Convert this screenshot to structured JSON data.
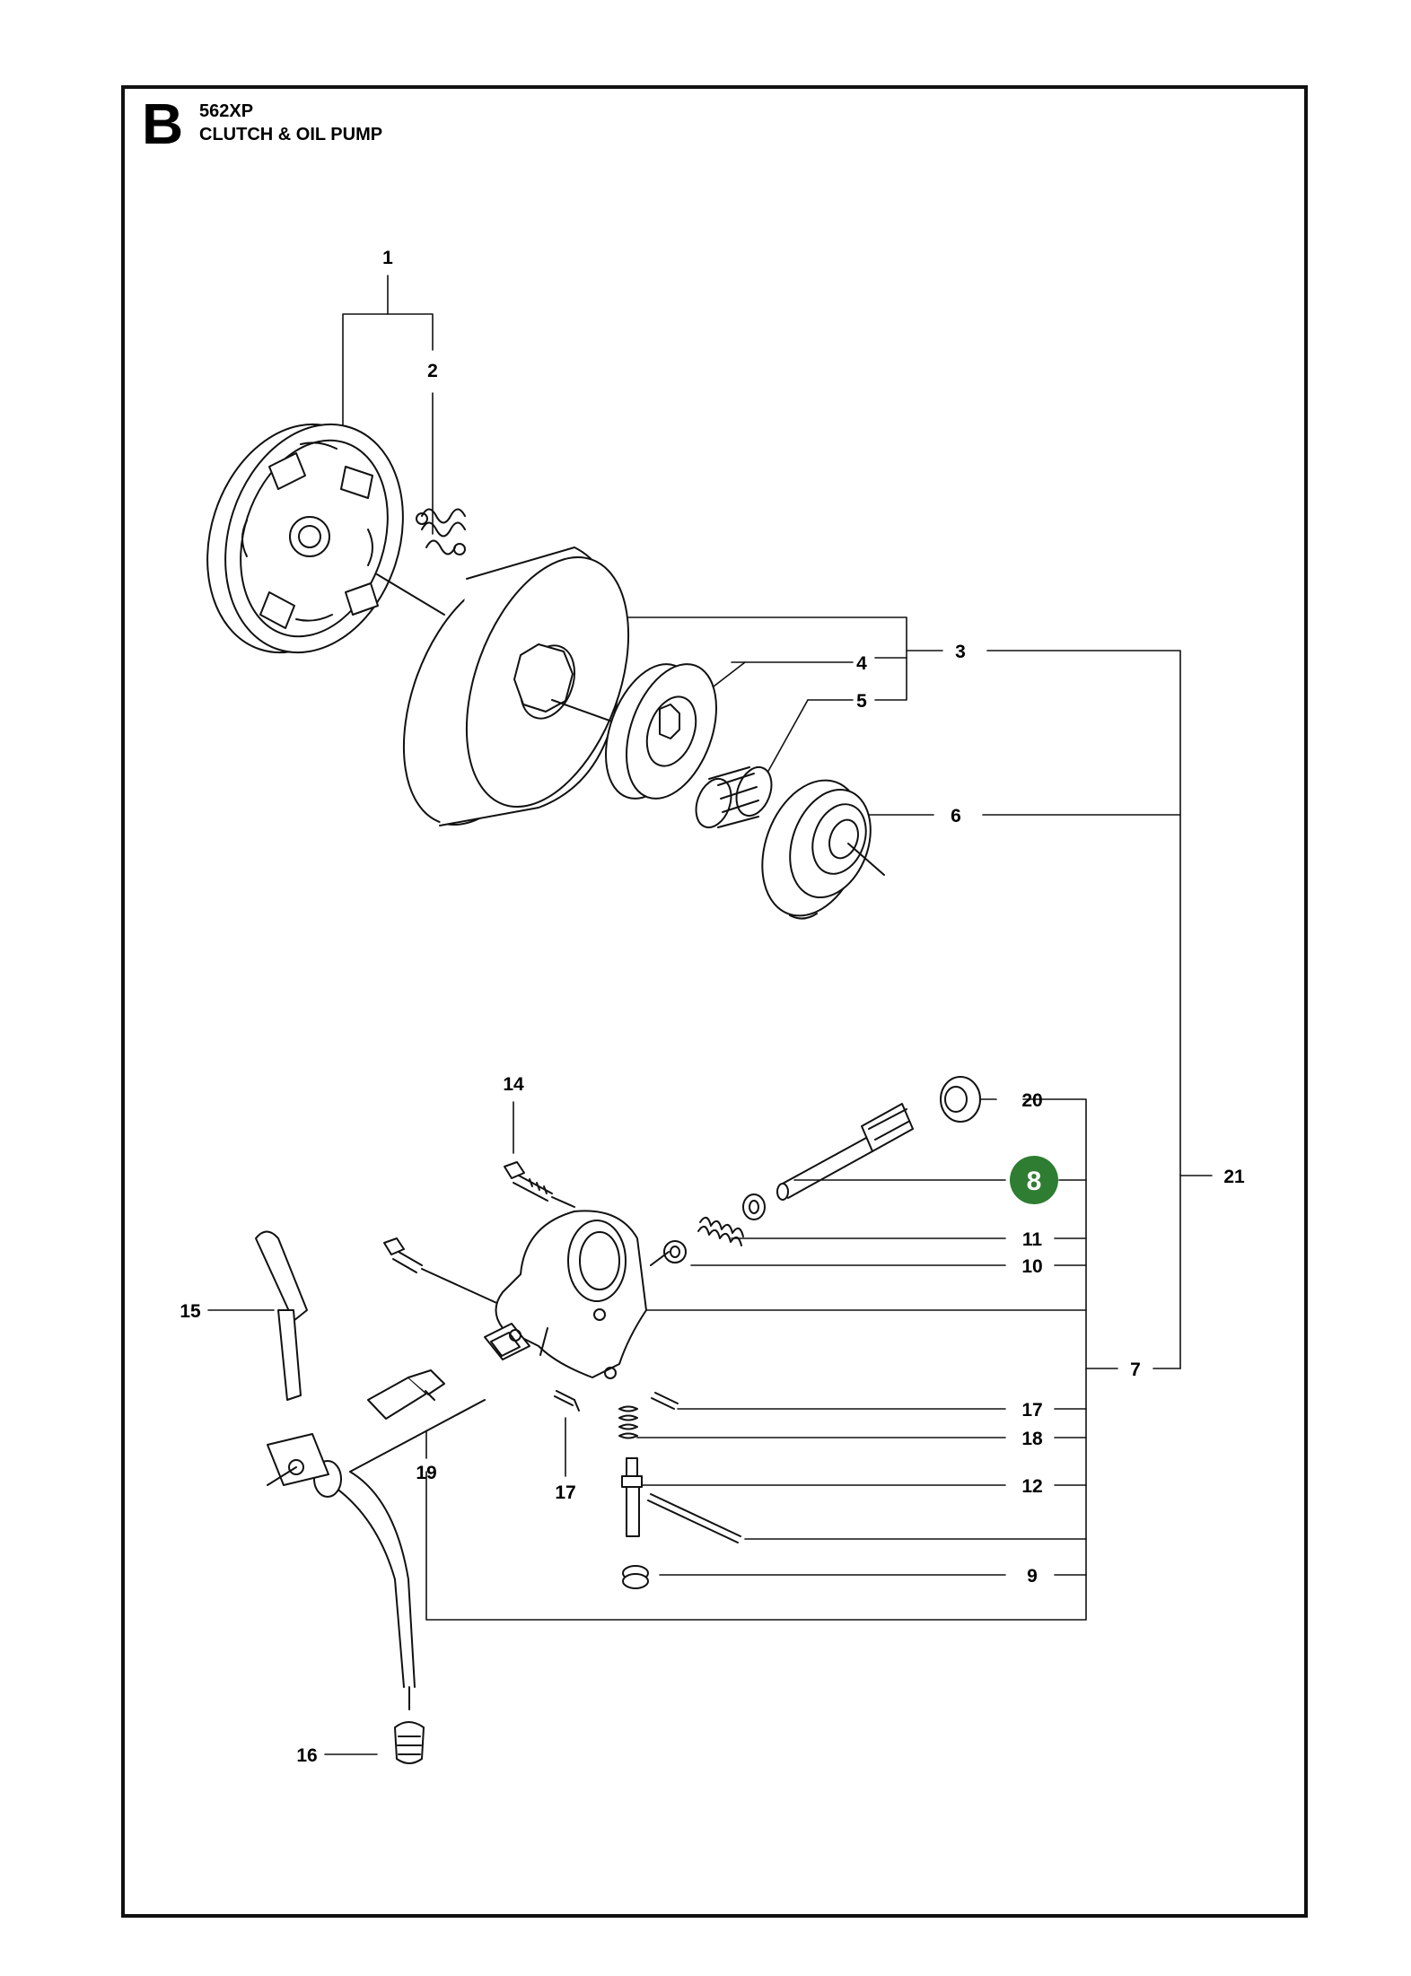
{
  "header": {
    "section_letter": "B",
    "model": "562XP",
    "title": "CLUTCH & OIL PUMP"
  },
  "highlight_color": "#2e7d32",
  "parts": {
    "p1": "1",
    "p2": "2",
    "p3": "3",
    "p4": "4",
    "p5": "5",
    "p6": "6",
    "p7": "7",
    "p8": "8",
    "p9": "9",
    "p10": "10",
    "p11": "11",
    "p12": "12",
    "p14": "14",
    "p15": "15",
    "p16": "16",
    "p17a": "17",
    "p17b": "17",
    "p18": "18",
    "p19": "19",
    "p20": "20",
    "p21": "21"
  }
}
